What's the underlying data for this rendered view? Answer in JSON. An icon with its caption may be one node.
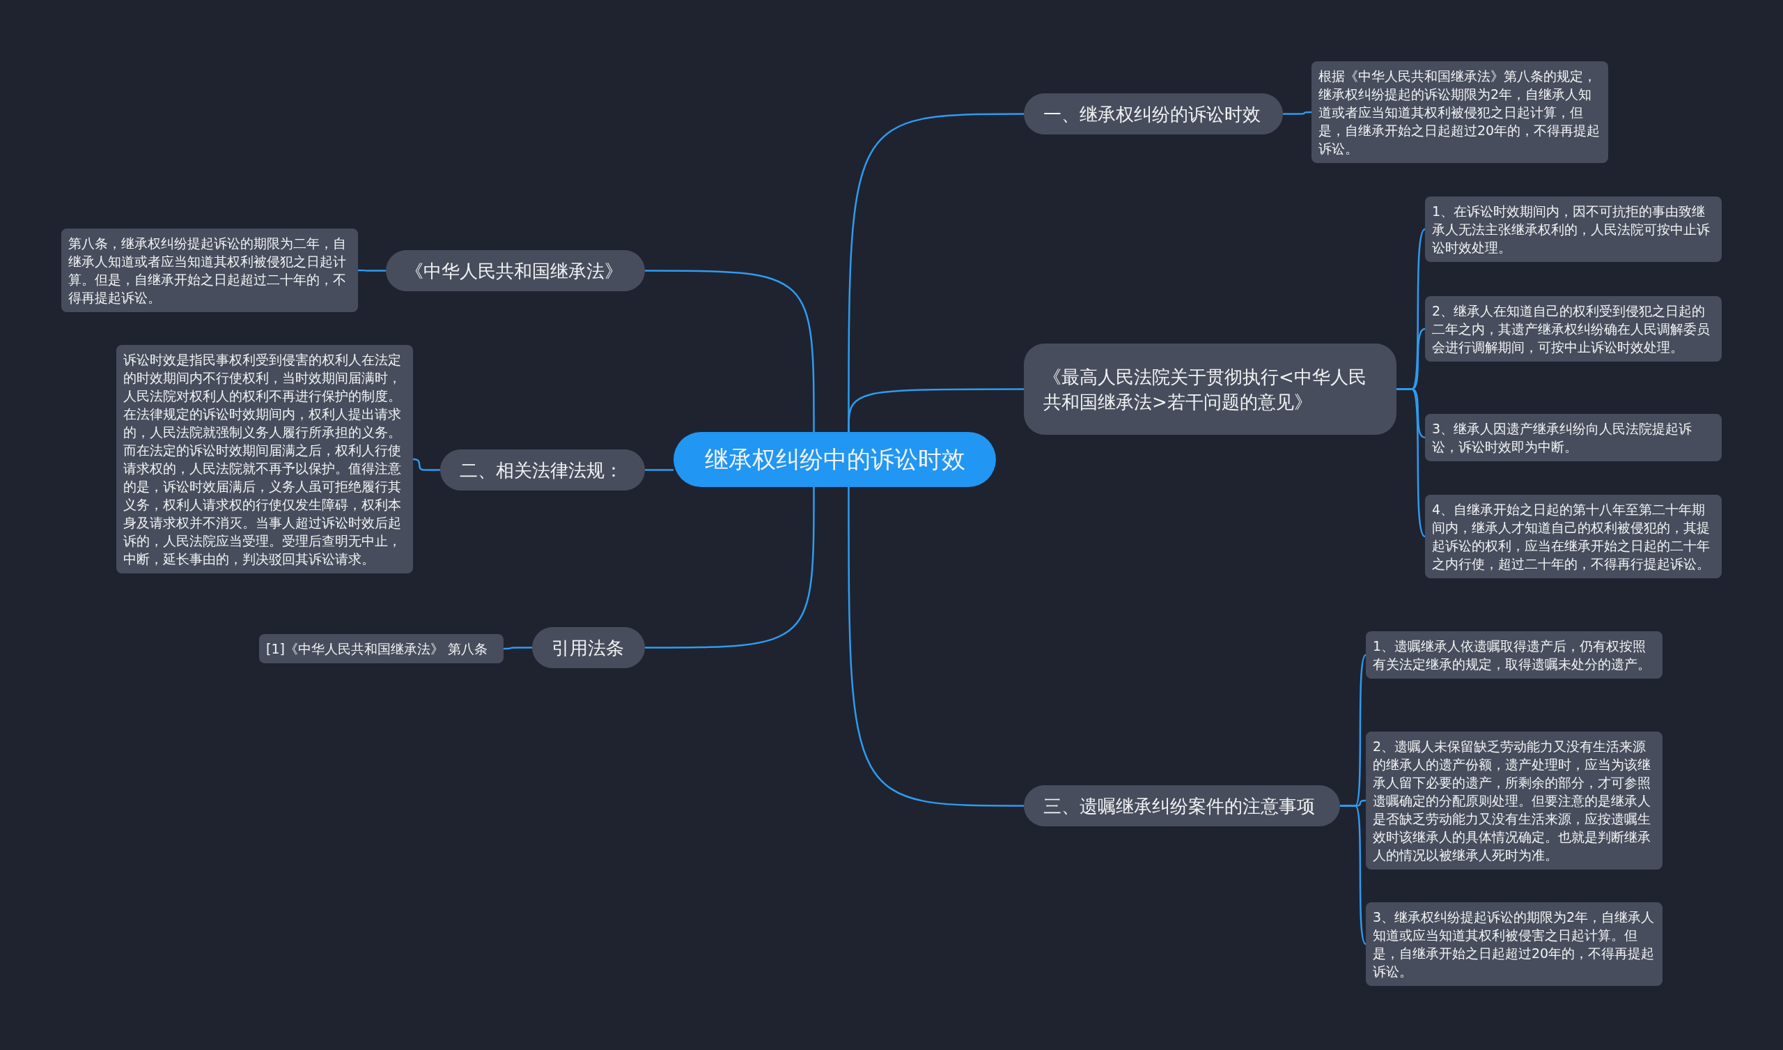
{
  "diagram": {
    "nodes": [
      {
        "text": [
          "继承权纠纷中的诉讼时效"
        ]
      },
      {
        "text": [
          "一、继承权纠纷的诉讼时效"
        ]
      },
      {
        "text": [
          "根据《中华人民共和国继承法》第八条的规定，继承权纠纷提起的诉讼期限为2年，自继承人知道或者应当知道其权利被侵犯之日起计算，但是，自继承开始之日起超过20年的，不得再提起诉讼。"
        ]
      },
      {
        "text": [
          "《最高人民法院关于贯彻执行<中华人民共和国继承法>若干问题的意见》"
        ]
      },
      {
        "text": [
          "1、在诉讼时效期间内，因不可抗拒的事由致继承人无法主张继承权利的，人民法院可按中止诉讼时效处理。"
        ]
      },
      {
        "text": [
          "2、继承人在知道自己的权利受到侵犯之日起的二年之内，其遗产继承权纠纷确在人民调解委员会进行调解期间，可按中止诉讼时效处理。"
        ]
      },
      {
        "text": [
          "3、继承人因遗产继承纠纷向人民法院提起诉讼，诉讼时效即为中断。"
        ]
      },
      {
        "text": [
          "4、自继承开始之日起的第十八年至第二十年期间内，继承人才知道自己的权利被侵犯的，其提起诉讼的权利，应当在继承开始之日起的二十年之内行使，超过二十年的，不得再行提起诉讼。"
        ]
      },
      {
        "text": [
          "三、遗嘱继承纠纷案件的注意事项"
        ]
      },
      {
        "text": [
          "1、遗嘱继承人依遗嘱取得遗产后，仍有权按照有关法定继承的规定，取得遗嘱未处分的遗产。"
        ]
      },
      {
        "text": [
          "2、遗嘱人未保留缺乏劳动能力又没有生活来源的继承人的遗产份额，遗产处理时，应当为该继承人留下必要的遗产，所剩余的部分，才可参照遗嘱确定的分配原则处理。但要注意的是继承人是否缺乏劳动能力又没有生活来源，应按遗嘱生效时该继承人的具体情况确定。也就是判断继承人的情况以被继承人死时为准。"
        ]
      },
      {
        "text": [
          "3、继承权纠纷提起诉讼的期限为2年，自继承人知道或应当知道其权利被侵害之日起计算。但是，自继承开始之日起超过20年的，不得再提起诉讼。"
        ]
      },
      {
        "text": [
          "《中华人民共和国继承法》"
        ]
      },
      {
        "text": [
          "第八条，继承权纠纷提起诉讼的期限为二年，自继承人知道或者应当知道其权利被侵犯之日起计算。但是，自继承开始之日起超过二十年的，不得再提起诉讼。"
        ]
      },
      {
        "text": [
          "二、相关法律法规："
        ]
      },
      {
        "text": [
          "诉讼时效是指民事权利受到侵害的权利人在法定的时效期间内不行使权利，当时效期间届满时，人民法院对权利人的权利不再进行保护的制度。在法律规定的诉讼时效期间内，权利人提出请求的，人民法院就强制义务人履行所承担的义务。而在法定的诉讼时效期间届满之后，权利人行使请求权的，人民法院就不再予以保护。值得注意的是，诉讼时效届满后，义务人虽可拒绝履行其义务，权利人请求权的行使仅发生障碍，权利本身及请求权并不消灭。当事人超过诉讼时效后起诉的，人民法院应当受理。受理后查明无中止，中断，延长事由的，判决驳回其诉讼请求。"
        ]
      },
      {
        "text": [
          "引用法条"
        ]
      },
      {
        "text": [
          "[1]《中华人民共和国继承法》 第八条"
        ]
      }
    ],
    "edges": [
      {
        "from": 0,
        "to": 1,
        "arrow": "none"
      },
      {
        "from": 1,
        "to": 2,
        "arrow": "none"
      },
      {
        "from": 0,
        "to": 3,
        "arrow": "none"
      },
      {
        "from": 3,
        "to": 4,
        "arrow": "none"
      },
      {
        "from": 3,
        "to": 5,
        "arrow": "none"
      },
      {
        "from": 3,
        "to": 6,
        "arrow": "none"
      },
      {
        "from": 3,
        "to": 7,
        "arrow": "none"
      },
      {
        "from": 0,
        "to": 8,
        "arrow": "none"
      },
      {
        "from": 8,
        "to": 9,
        "arrow": "none"
      },
      {
        "from": 8,
        "to": 10,
        "arrow": "none"
      },
      {
        "from": 8,
        "to": 11,
        "arrow": "none"
      },
      {
        "from": 0,
        "to": 12,
        "arrow": "none"
      },
      {
        "from": 12,
        "to": 13,
        "arrow": "none"
      },
      {
        "from": 0,
        "to": 14,
        "arrow": "none"
      },
      {
        "from": 14,
        "to": 15,
        "arrow": "none"
      },
      {
        "from": 0,
        "to": 16,
        "arrow": "none"
      },
      {
        "from": 16,
        "to": 17,
        "arrow": "none"
      }
    ]
  }
}
